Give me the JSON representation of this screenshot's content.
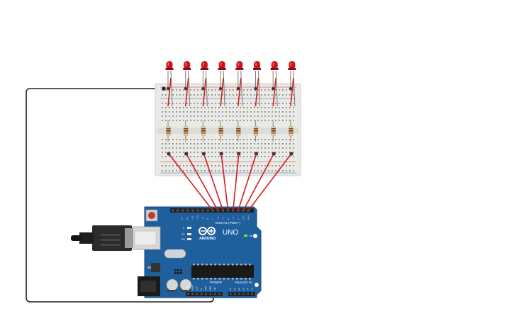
{
  "circuit": {
    "led_count": 8,
    "colors": {
      "led": "#c8141e",
      "led_dark": "#8e0c12",
      "wire": "#d21e1e",
      "ground_wire": "#222222",
      "breadboard": "#e9e9e6",
      "arduino": "#1f5f9e",
      "resistor": "#e2c89a"
    },
    "arduino": {
      "logo_text": "ARDUINO",
      "model": "UNO",
      "digital_label": "DIGITAL (PWM~)",
      "power_label": "POWER",
      "analog_label": "ANALOG IN",
      "on_label": "ON",
      "tx_label": "TX",
      "rx_label": "RX",
      "l_label": "L",
      "top_pin_labels": [
        "13",
        "12",
        "~11",
        "~10",
        "~9",
        "8",
        "7",
        "~6",
        "~5",
        "4",
        "~3",
        "2",
        "TX 1",
        "RX 0"
      ],
      "power_pin_labels": [
        "IOREF",
        "RESET",
        "3.3V",
        "5V",
        "GND",
        "GND",
        "VIN"
      ],
      "analog_pin_labels": [
        "A0",
        "A1",
        "A2",
        "A3",
        "A4",
        "A5"
      ]
    },
    "icons": [
      "usb-cable-icon",
      "reset-button-icon",
      "power-jack-icon"
    ]
  }
}
